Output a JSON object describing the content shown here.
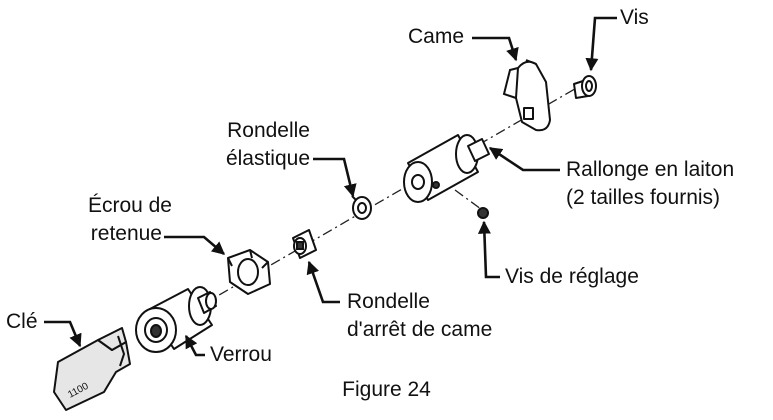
{
  "labels": {
    "came": "Came",
    "vis": "Vis",
    "rondelle_elastique_l1": "Rondelle",
    "rondelle_elastique_l2": "élastique",
    "rallonge_l1": "Rallonge en laiton",
    "rallonge_l2": "(2 tailles fournis)",
    "ecrou_l1": "Écrou de",
    "ecrou_l2": "retenue",
    "vis_reglage": "Vis de réglage",
    "rondelle_arret_l1": "Rondelle",
    "rondelle_arret_l2": "d'arrêt de came",
    "cle": "Clé",
    "verrou": "Verrou",
    "key_stamp": "1100"
  },
  "caption": "Figure 24"
}
